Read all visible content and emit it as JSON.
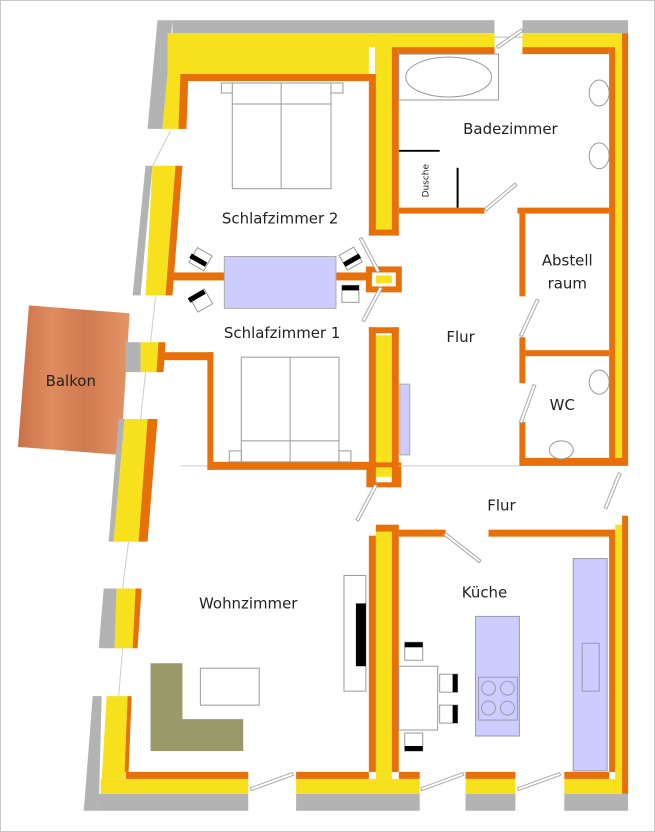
{
  "rooms": {
    "schlafzimmer2": "Schlafzimmer 2",
    "schlafzimmer1": "Schlafzimmer 1",
    "badezimmer": "Badezimmer",
    "dusche": "Dusche",
    "abstell_line1": "Abstell",
    "abstell_line2": "raum",
    "wc": "WC",
    "flur_upper": "Flur",
    "flur_lower": "Flur",
    "balkon": "Balkon",
    "wohnzimmer": "Wohnzimmer",
    "kueche": "Küche"
  },
  "colors": {
    "inner_wall": "#e8700a",
    "insulation": "#f7e11d",
    "outer_wall": "#b3b3b3",
    "cabinet": "#ccccff",
    "balcony": "#d8875a",
    "sofa": "#99996a"
  }
}
